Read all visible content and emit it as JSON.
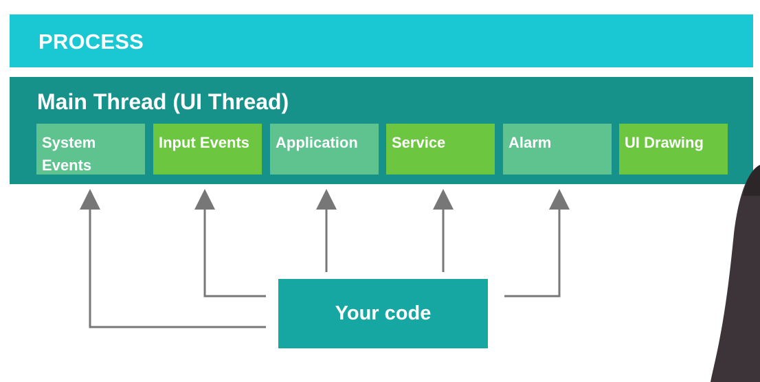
{
  "process": {
    "label": "PROCESS"
  },
  "main_thread": {
    "title": "Main Thread (UI Thread)",
    "events": [
      {
        "label": "System Events",
        "color": "#5ec38f"
      },
      {
        "label": "Input Events",
        "color": "#6cc640"
      },
      {
        "label": "Application",
        "color": "#5ec38f"
      },
      {
        "label": "Service",
        "color": "#6cc640"
      },
      {
        "label": "Alarm",
        "color": "#5ec38f"
      },
      {
        "label": "UI Drawing",
        "color": "#6cc640"
      }
    ]
  },
  "your_code": {
    "label": "Your code"
  },
  "colors": {
    "process": "#19c8d3",
    "main_thread": "#16928a",
    "your_code": "#16a7a2",
    "arrow": "#777777"
  }
}
